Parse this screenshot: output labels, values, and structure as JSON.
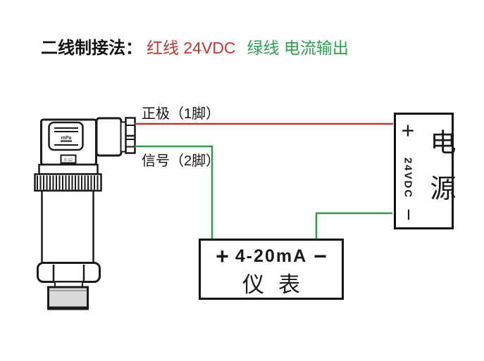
{
  "title": {
    "prefix": "二线制接法：",
    "red": "红线 24VDC",
    "green": "绿线 电流输出"
  },
  "wire_labels": {
    "positive": "正极（1脚）",
    "signal": "信号（2脚）"
  },
  "sensor": {
    "display_unit": "mPa",
    "model_label": "0-12"
  },
  "power_box": {
    "plus": "+",
    "voltage": "24VDC",
    "minus": "−",
    "name": "电源"
  },
  "meter_box": {
    "plus": "+",
    "range": "4-20mA",
    "minus": "−",
    "name": "仪表"
  },
  "colors": {
    "red_wire": "#b63c3c",
    "green_wire": "#2f9e49",
    "red_text": "#c23531",
    "green_text": "#2ca24c",
    "outline": "#1a1a1a"
  }
}
